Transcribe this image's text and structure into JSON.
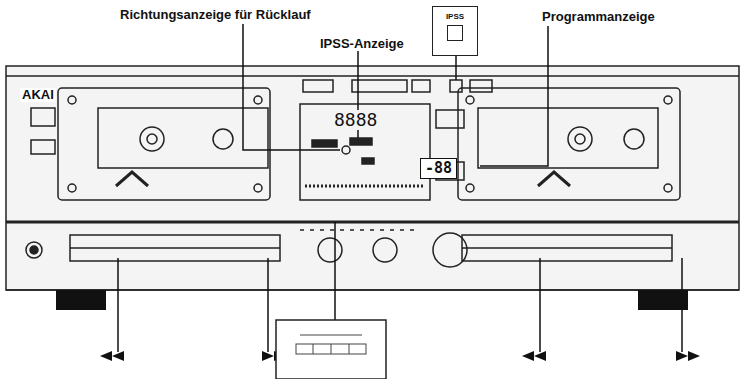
{
  "diagram": {
    "nodes": [
      {
        "text": [
          "IPSS"
        ]
      }
    ],
    "labels": [
      "Richtungsanzeige für Rücklauf",
      "IPSS-Anzeige",
      "Programmanzeige",
      "AKAI",
      "8888",
      "-88"
    ]
  }
}
